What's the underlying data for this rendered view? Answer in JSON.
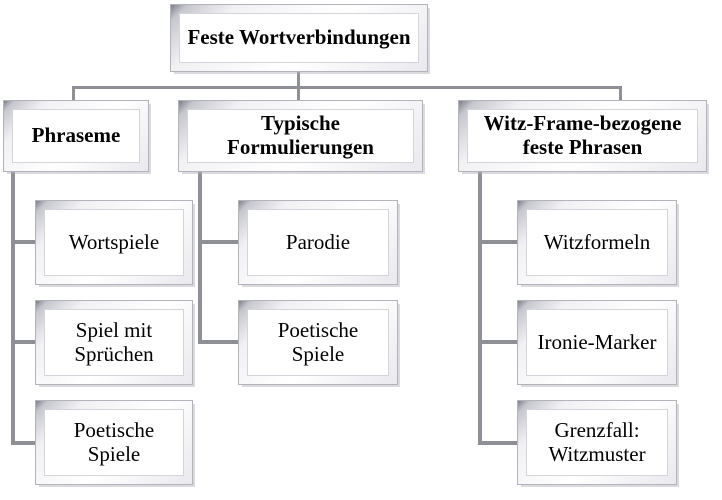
{
  "diagram": {
    "type": "tree",
    "title_node": "Feste Wortverbindungen",
    "columns": [
      {
        "header": "Phraseme",
        "children": [
          "Wortspiele",
          "Spiel mit\nSprüchen",
          "Poetische\nSpiele"
        ]
      },
      {
        "header": "Typische\nFormulierungen",
        "children": [
          "Parodie",
          "Poetische\nSpiele"
        ]
      },
      {
        "header": "Witz-Frame-bezogene\nfeste Phrasen",
        "children": [
          "Witzformeln",
          "Ironie-Marker",
          "Grenzfall:\nWitzmuster"
        ]
      }
    ],
    "colors": {
      "connector": "#8f9096",
      "node_fill": "#ffffff",
      "node_border": "#b3b3bb",
      "bevel_dark": "#7f7f89",
      "text": "#000000"
    }
  }
}
